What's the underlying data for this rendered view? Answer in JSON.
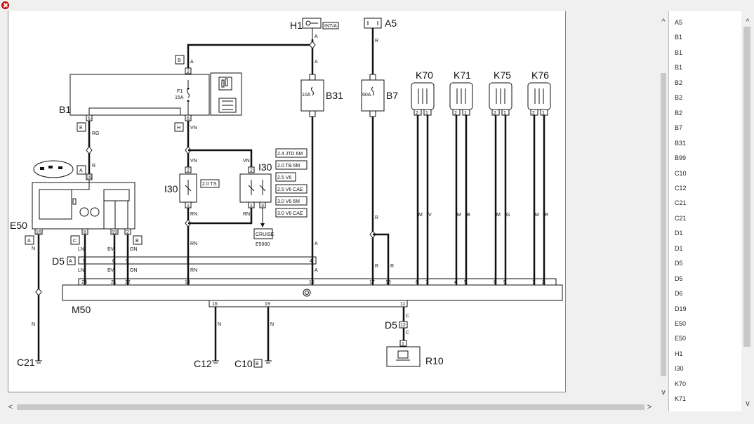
{
  "diagram": {
    "components": {
      "H1": {
        "label": "H1",
        "sub": "INT/A"
      },
      "A5": {
        "label": "A5"
      },
      "B1": {
        "label": "B1",
        "fuse": "F1",
        "fuse_rating": "15A"
      },
      "B31": {
        "label": "B31",
        "rating": "10A"
      },
      "B7": {
        "label": "B7",
        "rating": "60A"
      },
      "K70": {
        "label": "K70"
      },
      "K71": {
        "label": "K71"
      },
      "K75": {
        "label": "K75"
      },
      "K76": {
        "label": "K76"
      },
      "I30a": {
        "label": "I30",
        "variant": "2.0 TS"
      },
      "I30b": {
        "label": "I30"
      },
      "E50": {
        "label": "E50"
      },
      "D5a": {
        "label": "D5",
        "conn": "A"
      },
      "D5b": {
        "label": "D5"
      },
      "M50": {
        "label": "M50"
      },
      "C21": {
        "label": "C21"
      },
      "C12": {
        "label": "C12"
      },
      "C10": {
        "label": "C10",
        "conn": "B"
      },
      "R10": {
        "label": "R10"
      },
      "cruise": {
        "label": "CRUISE",
        "sub": "E5060"
      }
    },
    "variants": [
      "2.4 JTD 6M",
      "2.0 TB 6M",
      "2.5 V6",
      "2.5 V6 CAE",
      "3.0 V6 6M",
      "3.0 V6 CAE"
    ],
    "connector_letters": {
      "B1_top": "B",
      "B1_left": "E",
      "B1_right": "H",
      "E50_top": "A",
      "E50_left": "A",
      "E50_mid": "C",
      "E50_right": "B"
    },
    "pins": {
      "b1_top": "2",
      "b1_l": "5",
      "b1_r": "6",
      "e50_top": "15",
      "e50_16": "16",
      "e50_8": "8",
      "e50_19": "19",
      "e50_2": "2",
      "d5_5": "5",
      "d5_6": "6",
      "d5_9": "9",
      "d5_7": "7",
      "d5_4": "4",
      "m50_20": "20",
      "m50_21": "21",
      "m50_22": "22",
      "m50_14": "14",
      "m50_15": "15",
      "m50_17": "17",
      "m50_18": "18",
      "m50_6": "6",
      "m50_7": "7",
      "m50_4": "4",
      "m50_5": "5",
      "m50_8": "8",
      "m50_9": "9",
      "m50_1": "1",
      "m50_2": "2",
      "m50_16": "16",
      "m50_19": "19",
      "m50_11": "11",
      "d5b_12": "12",
      "r10_1": "1",
      "i30a_2": "2",
      "i30a_1": "1",
      "i30b_2": "2",
      "i30b_1": "1",
      "i30b_3": "3",
      "k_2": "2",
      "k_1": "1"
    },
    "wire_colors": {
      "A": "A",
      "R": "R",
      "RG": "RG",
      "VN": "VN",
      "RN": "RN",
      "N": "N",
      "LN": "LN",
      "BV": "BV",
      "GN": "GN",
      "M": "M",
      "V": "V",
      "B": "B",
      "G": "G",
      "C": "C"
    }
  },
  "component_list": {
    "items": [
      "A5",
      "B1",
      "B1",
      "B1",
      "B2",
      "B2",
      "B2",
      "B7",
      "B31",
      "B99",
      "C10",
      "C12",
      "C21",
      "C21",
      "D1",
      "D1",
      "D5",
      "D5",
      "D6",
      "D19",
      "E50",
      "E50",
      "H1",
      "I30",
      "K70",
      "K71"
    ]
  },
  "scroll_icons": {
    "up": "^",
    "down": "v",
    "left": "<",
    "right": ">"
  }
}
